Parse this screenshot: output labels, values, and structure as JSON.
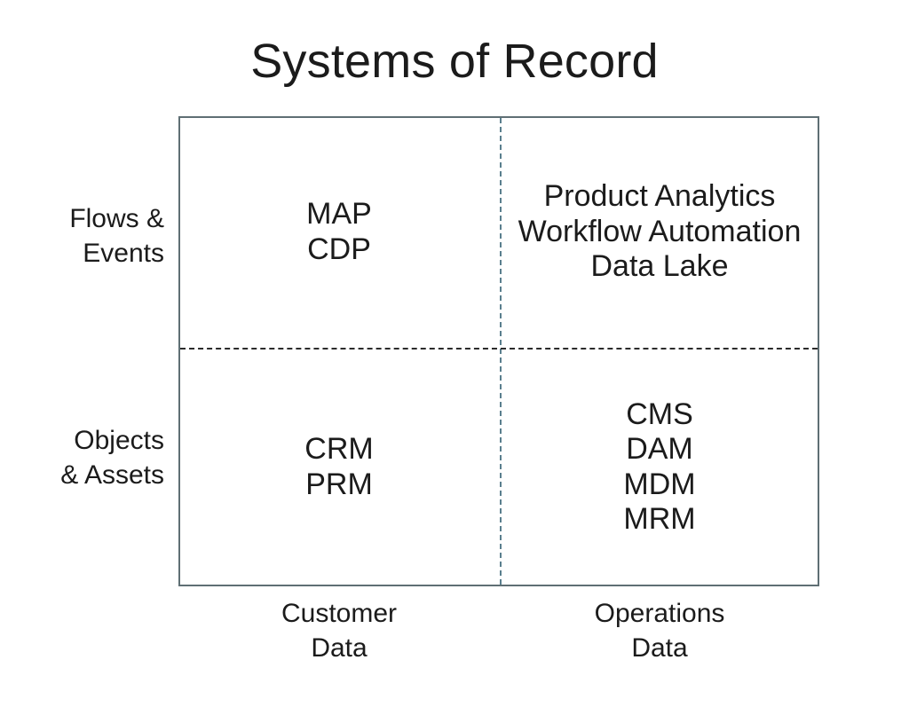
{
  "title": "Systems of Record",
  "frame": {
    "border_color": "#5f6f74",
    "vertical_divider_color": "#5a7f8e",
    "horizontal_divider_color": "#2b2b2b"
  },
  "row_labels": [
    {
      "line1": "Flows &",
      "line2": "Events"
    },
    {
      "line1": "Objects",
      "line2": "& Assets"
    }
  ],
  "column_labels": [
    {
      "line1": "Customer",
      "line2": "Data"
    },
    {
      "line1": "Operations",
      "line2": "Data"
    }
  ],
  "quadrants": {
    "top_left": {
      "row": "Flows & Events",
      "column": "Customer Data",
      "items": [
        "MAP",
        "CDP"
      ]
    },
    "top_right": {
      "row": "Flows & Events",
      "column": "Operations Data",
      "items": [
        "Product Analytics",
        "Workflow Automation",
        "Data Lake"
      ]
    },
    "bottom_left": {
      "row": "Objects & Assets",
      "column": "Customer Data",
      "items": [
        "CRM",
        "PRM"
      ]
    },
    "bottom_right": {
      "row": "Objects & Assets",
      "column": "Operations Data",
      "items": [
        "CMS",
        "DAM",
        "MDM",
        "MRM"
      ]
    }
  },
  "chart_data": {
    "type": "table",
    "title": "Systems of Record",
    "xlabel": "",
    "ylabel": "",
    "x_categories": [
      "Customer Data",
      "Operations Data"
    ],
    "y_categories": [
      "Flows & Events",
      "Objects & Assets"
    ],
    "cells": [
      {
        "x": "Customer Data",
        "y": "Flows & Events",
        "values": [
          "MAP",
          "CDP"
        ]
      },
      {
        "x": "Operations Data",
        "y": "Flows & Events",
        "values": [
          "Product Analytics",
          "Workflow Automation",
          "Data Lake"
        ]
      },
      {
        "x": "Customer Data",
        "y": "Objects & Assets",
        "values": [
          "CRM",
          "PRM"
        ]
      },
      {
        "x": "Operations Data",
        "y": "Objects & Assets",
        "values": [
          "CMS",
          "DAM",
          "MDM",
          "MRM"
        ]
      }
    ],
    "grid": true,
    "legend": "none"
  }
}
